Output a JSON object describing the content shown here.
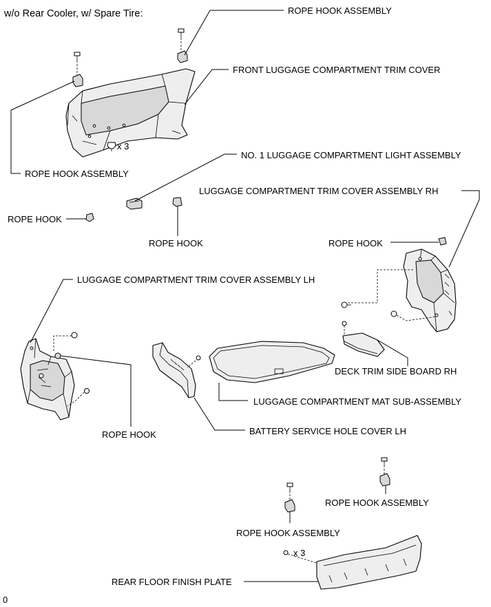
{
  "title": "w/o Rear Cooler, w/ Spare Tire:",
  "footer_code": "0",
  "labels": {
    "rope_hook_assembly_top": "ROPE HOOK ASSEMBLY",
    "front_trim_cover": "FRONT LUGGAGE COMPARTMENT TRIM COVER",
    "rope_hook_assembly_left": "ROPE HOOK ASSEMBLY",
    "light_assembly": "NO. 1 LUGGAGE COMPARTMENT LIGHT ASSEMBLY",
    "trim_cover_rh": "LUGGAGE COMPARTMENT TRIM COVER ASSEMBLY RH",
    "rope_hook_left": "ROPE HOOK",
    "rope_hook_center": "ROPE HOOK",
    "rope_hook_right": "ROPE HOOK",
    "trim_cover_lh": "LUGGAGE COMPARTMENT TRIM COVER ASSEMBLY LH",
    "deck_trim_side_board_rh": "DECK TRIM SIDE BOARD RH",
    "mat_sub_assembly": "LUGGAGE COMPARTMENT MAT SUB-ASSEMBLY",
    "rope_hook_lower": "ROPE HOOK",
    "battery_service_hole_cover": "BATTERY SERVICE HOLE COVER LH",
    "rope_hook_assembly_lower_right": "ROPE HOOK ASSEMBLY",
    "rope_hook_assembly_lower_left": "ROPE HOOK ASSEMBLY",
    "rear_floor_finish_plate": "REAR FLOOR FINISH PLATE"
  },
  "quantities": {
    "front_trim_clips": "x 3",
    "rear_plate_screws": "x 3"
  }
}
